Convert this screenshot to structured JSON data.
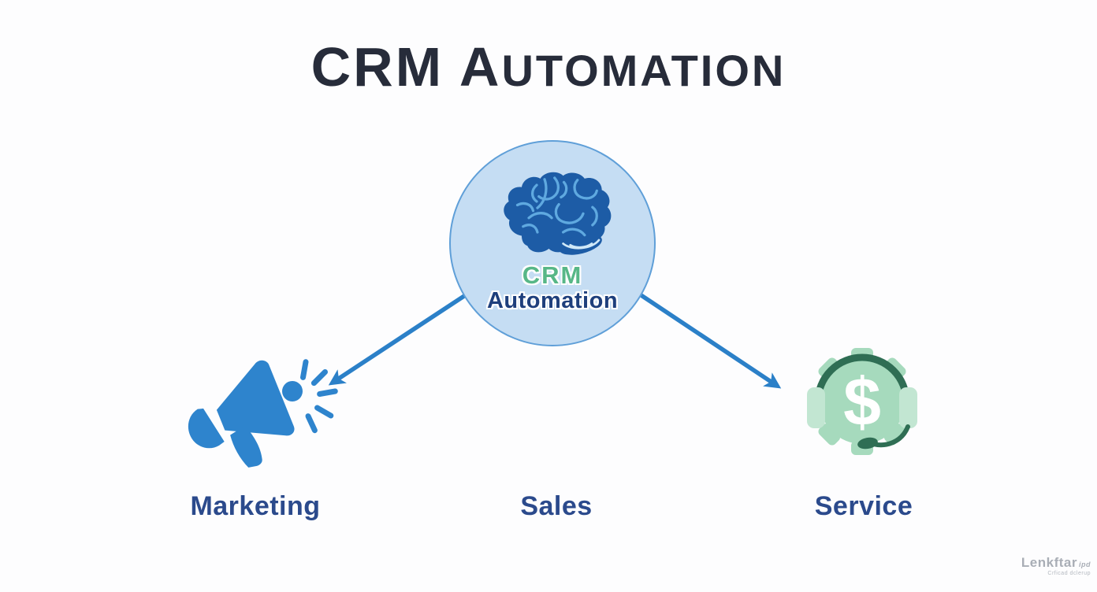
{
  "background": "#fdfdfe",
  "title": {
    "full": "CRM AUTOMATION",
    "lead": "CRM A",
    "rest": "UTOMATION",
    "color": "#272c3a"
  },
  "hub": {
    "icon": "brain-icon",
    "line1": "CRM",
    "line2": "Automation",
    "colors": {
      "circle_fill": "#c5ddf3",
      "circle_border": "#5f9fd8",
      "brain": "#1d5ca6",
      "brain_fold": "#5fa9e0",
      "cerebellum_swirl": "#cfe8f8",
      "line1_text": "#57b787",
      "line2_text": "#1e3f7c"
    }
  },
  "branches": [
    {
      "label": "Marketing",
      "icon": "megaphone-icon",
      "icon_color": "#2e84cd"
    },
    {
      "label": "Sales",
      "icon": ""
    },
    {
      "label": "Service",
      "icon": "headset-gear-dollar-icon",
      "dollar_glyph": "$",
      "icon_colors": {
        "gear": "#a6dabd",
        "headset": "#2f6e54",
        "earpiece": "#c2e6d2",
        "dollar": "#ffffff"
      }
    }
  ],
  "labels_color": "#2b4a8c",
  "arrows": {
    "color": "#2b80c8"
  },
  "watermark": {
    "name": "Lenkftar",
    "suffix": "ipd",
    "tagline": "Crficad dclerup",
    "color": "#a9aeb6"
  }
}
